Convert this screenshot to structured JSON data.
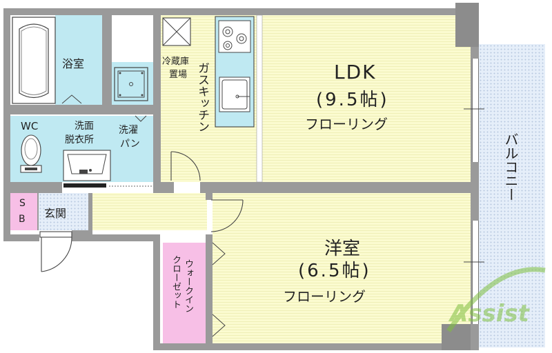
{
  "rooms": {
    "bath": "浴室",
    "wc": "WC",
    "washroom_line1": "洗面",
    "washroom_line2": "脱衣所",
    "laundry_line1": "洗濯",
    "laundry_line2": "パン",
    "sb_line1": "S",
    "sb_line2": "B",
    "entrance": "玄関",
    "fridge_line1": "冷蔵庫",
    "fridge_line2": "置場",
    "kitchen": "ガスキッチン",
    "ldk_title": "LDK",
    "ldk_size": "(9.5帖)",
    "ldk_floor": "フローリング",
    "western_title": "洋室",
    "western_size": "(6.5帖)",
    "western_floor": "フローリング",
    "closet_line1": "ウォークイン",
    "closet_line2": "クローゼット",
    "balcony": "バルコニー"
  },
  "watermark": "Assist",
  "colors": {
    "wall": "#9a9a9a",
    "floor": "#fbfbd0",
    "water_area": "#bfe9f2",
    "storage": "#f7bfe6",
    "balcony": "#e5eef9",
    "watermark": "#7fbf3f"
  }
}
